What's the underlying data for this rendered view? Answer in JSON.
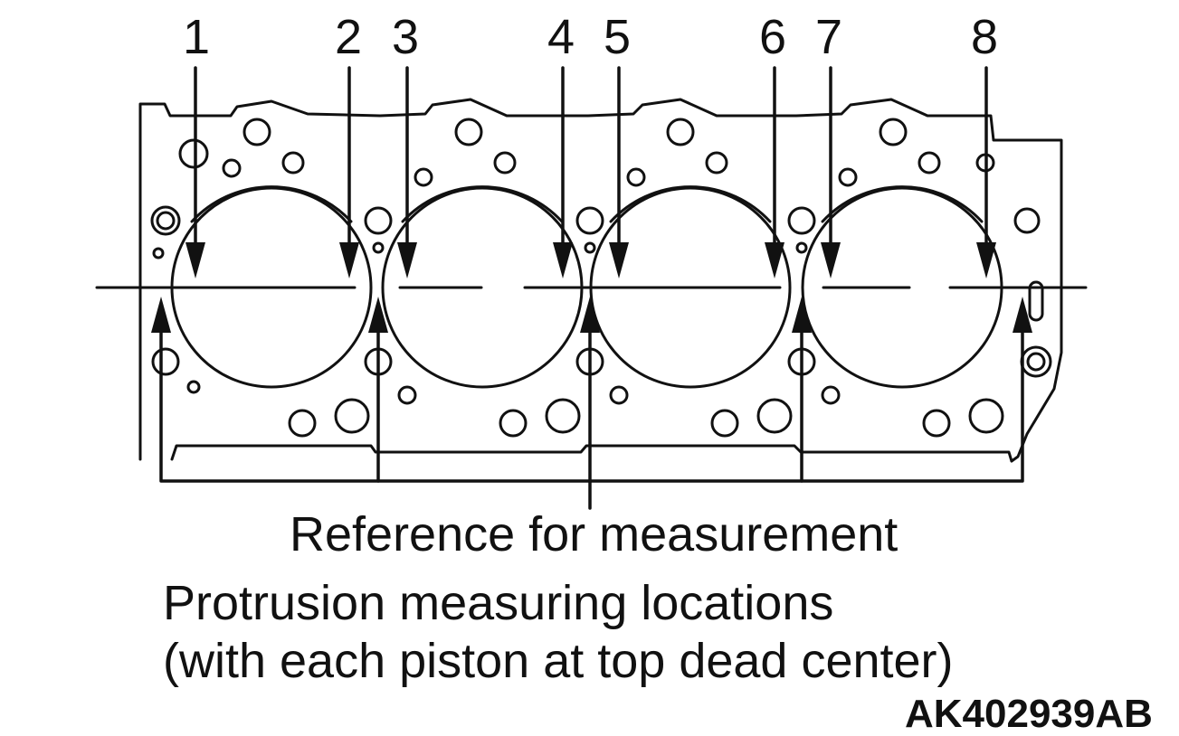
{
  "labels": {
    "locations": [
      "1",
      "2",
      "3",
      "4",
      "5",
      "6",
      "7",
      "8"
    ],
    "reference_caption": "Reference for measurement",
    "caption_line1": "Protrusion measuring locations",
    "caption_line2": "(with each piston at top dead center)",
    "figure_code": "AK402939AB"
  }
}
